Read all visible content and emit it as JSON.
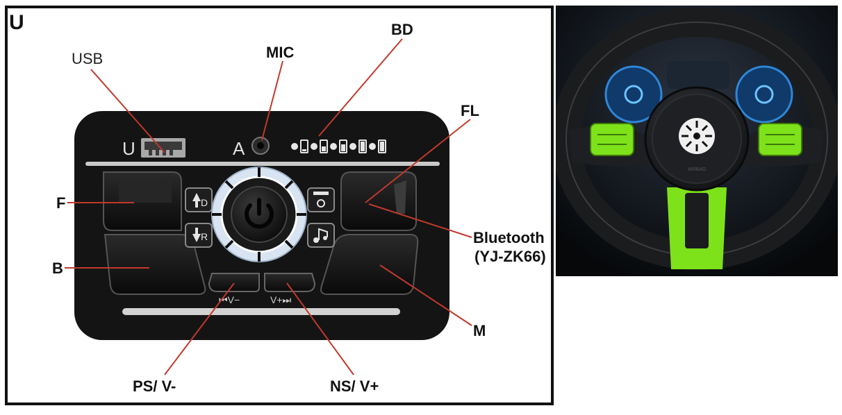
{
  "panel_label": "U",
  "device": {
    "usb_letter": "U",
    "mic_letter": "A",
    "track_prev_label": "⏮V−",
    "track_next_label": "V+⏭",
    "up_label": "D",
    "down_label": "R"
  },
  "callouts": {
    "usb": "USB",
    "mic": "MIC",
    "bd": "BD",
    "fl": "FL",
    "f": "F",
    "b": "B",
    "bluetooth_line1": "Bluetooth",
    "bluetooth_line2": "(YJ-ZK66)",
    "m": "M",
    "ps": "PS/ V-",
    "ns": "NS/ V+"
  },
  "colors": {
    "callout_line": "#c0392b",
    "device_body": "#141414",
    "ring": "#d8e4f2",
    "accent_green": "#7ee21a"
  },
  "photo": {
    "hub_label": "AIRBAG"
  }
}
